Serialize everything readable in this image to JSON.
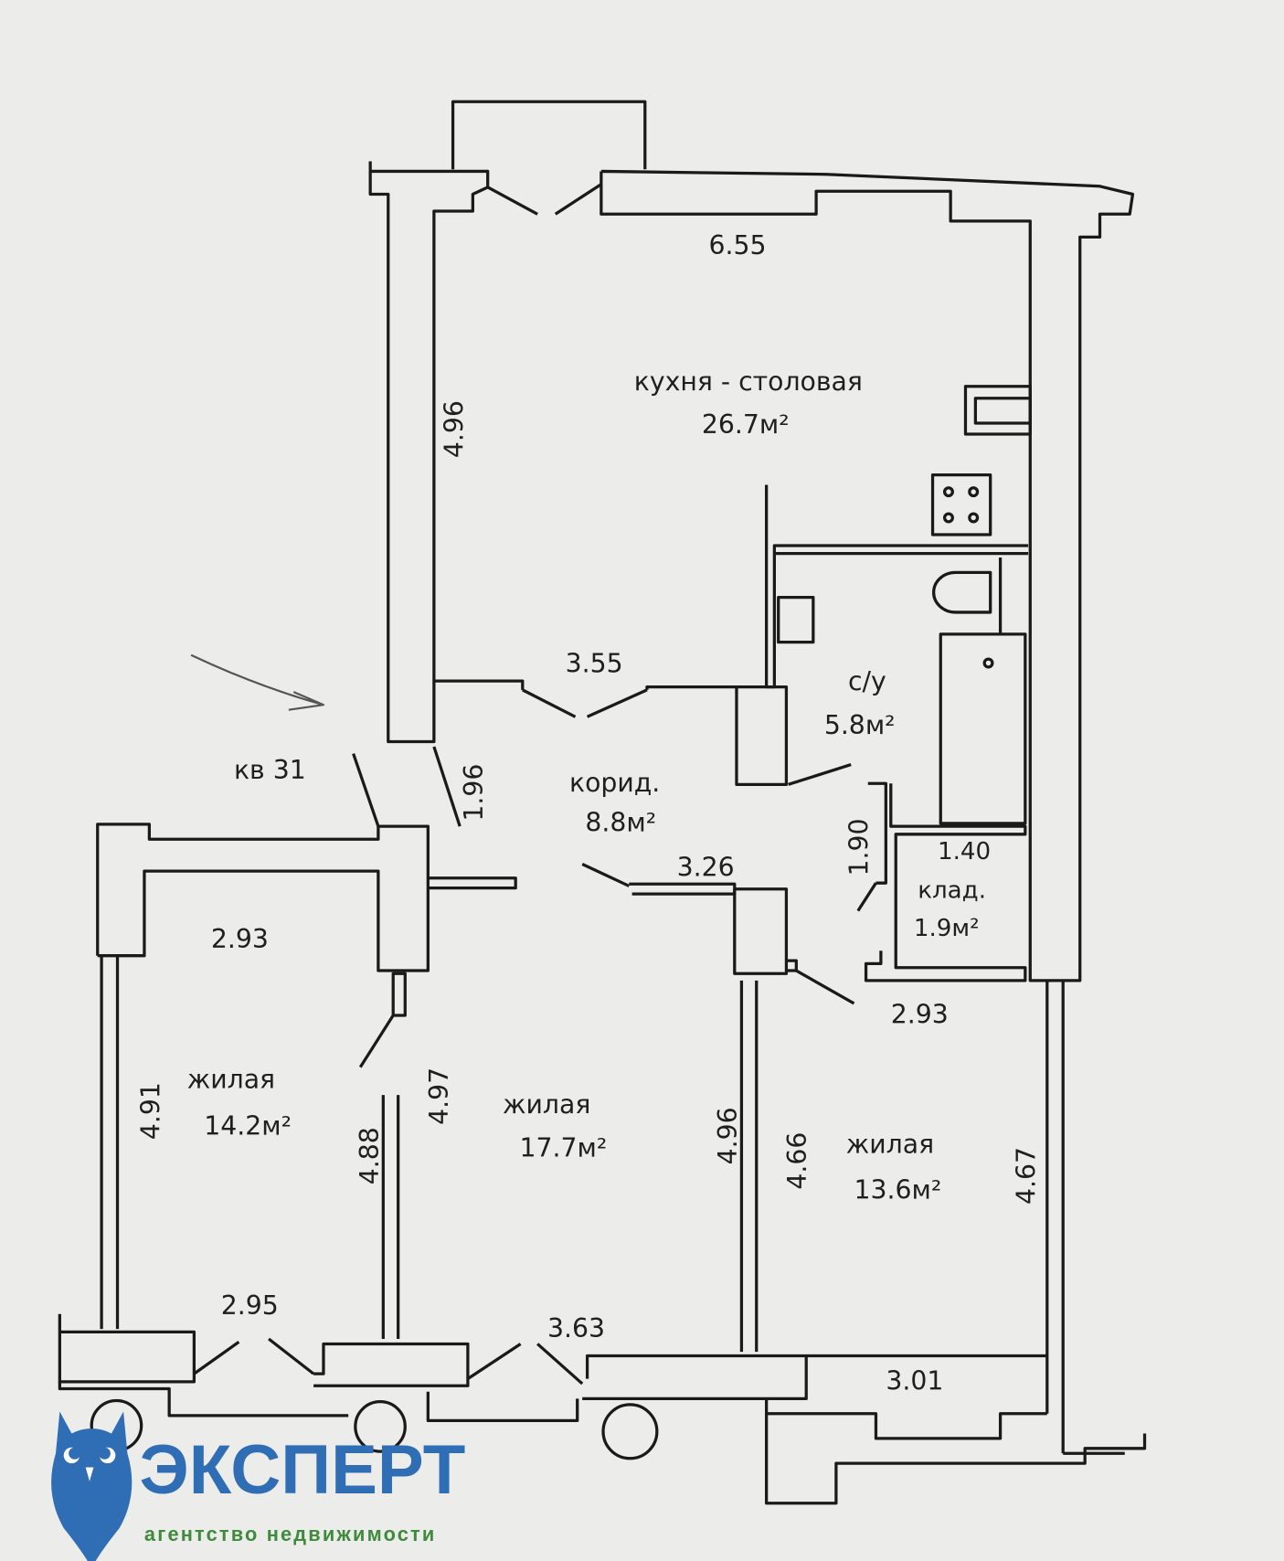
{
  "plan": {
    "apartment_label": "кв 31",
    "rooms": [
      {
        "name": "кухня - столовая",
        "area": "26.7м²"
      },
      {
        "name": "с/у",
        "area": "5.8м²"
      },
      {
        "name": "корид.",
        "area": "8.8м²"
      },
      {
        "name": "клад.",
        "area": "1.9м²"
      },
      {
        "name": "жилая",
        "area": "14.2м²"
      },
      {
        "name": "жилая",
        "area": "17.7м²"
      },
      {
        "name": "жилая",
        "area": "13.6м²"
      }
    ],
    "dimensions": {
      "kitchen_width": "6.55",
      "kitchen_length": "4.96",
      "kitchen_inner": "3.55",
      "corridor_length": "1.96",
      "corridor_width": "3.26",
      "storage_length": "1.90",
      "storage_width": "1.40",
      "room1_top": "2.93",
      "room1_side": "4.91",
      "room1_inner": "4.88",
      "room1_bottom": "2.95",
      "room2_side": "4.97",
      "room2_right": "4.96",
      "room2_bottom": "3.63",
      "room3_top": "2.93",
      "room3_left": "4.66",
      "room3_right": "4.67",
      "room3_bottom": "3.01"
    }
  },
  "logo": {
    "title": "ЭКСПЕРТ",
    "subtitle": "агентство недвижимости",
    "blue": "#2f6db5",
    "green": "#3f8a3c"
  }
}
